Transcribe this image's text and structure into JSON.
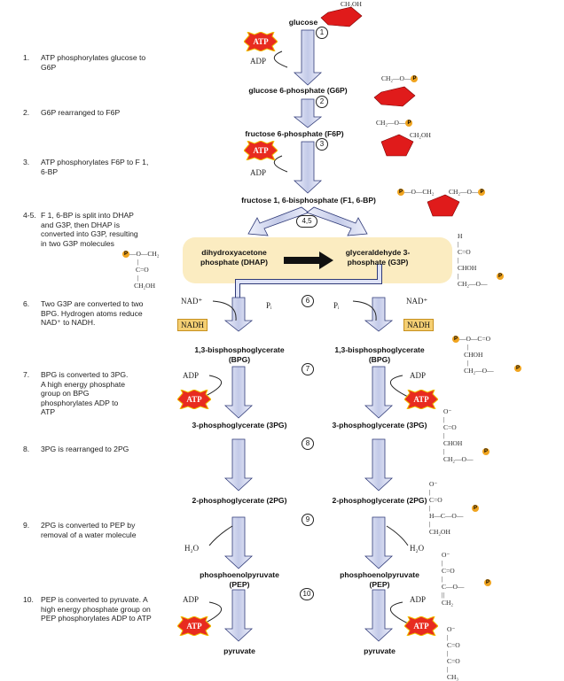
{
  "notes": [
    {
      "num": "1.",
      "text": "ATP phosphorylates glucose to G6P"
    },
    {
      "num": "2.",
      "text": "G6P rearranged to F6P"
    },
    {
      "num": "3.",
      "text": "ATP phosphorylates F6P to F 1, 6-BP"
    },
    {
      "num": "4-5.",
      "text": "F 1, 6-BP is split into DHAP and G3P, then DHAP is converted into G3P, resulting in two G3P molecules"
    },
    {
      "num": "6.",
      "text": "Two G3P are converted to two BPG. Hydrogen atoms reduce NAD⁺ to NADH."
    },
    {
      "num": "7.",
      "text": "BPG is converted to 3PG. A high energy phosphate group on BPG phosphorylates ADP to ATP"
    },
    {
      "num": "8.",
      "text": "3PG is rearranged to 2PG"
    },
    {
      "num": "9.",
      "text": "2PG is converted to PEP by removal of a water molecule"
    },
    {
      "num": "10.",
      "text": "PEP is converted to pyruvate. A high energy phosphate group on PEP phosphorylates ADP to ATP"
    }
  ],
  "compounds": {
    "glucose": "glucose",
    "g6p": "glucose 6-phosphate (G6P)",
    "f6p": "fructose 6-phosphate (F6P)",
    "f16bp": "fructose 1, 6-bisphosphate (F1, 6-BP)",
    "dhap": "dihydroxyacetone phosphate (DHAP)",
    "g3p": "glyceraldehyde 3-phosphate (G3P)",
    "bpg": "1,3-bisphosphoglycerate (BPG)",
    "pg3": "3-phosphoglycerate (3PG)",
    "pg2": "2-phosphoglycerate (2PG)",
    "pep": "phosphoenolpyruvate (PEP)",
    "pyruvate": "pyruvate"
  },
  "steps": [
    "1",
    "2",
    "3",
    "4,5",
    "6",
    "7",
    "8",
    "9",
    "10"
  ],
  "labels": {
    "atp": "ATP",
    "adp": "ADP",
    "nad": "NAD⁺",
    "nadh": "NADH",
    "pi": "Pᵢ",
    "h2o": "H₂O"
  },
  "formulas": {
    "ch2oh_top": "CH₂OH",
    "g6p_top": "CH₂—O—",
    "f6p_top": "CH₂—O—",
    "f6p_ch2oh": "CH₂OH",
    "f16bp_left": "—O—CH₂",
    "f16bp_right": "CH₂—O—",
    "dhap": "—O—CH₂\n         |\n        C=O\n         |\n       CH₂OH",
    "g3p": "H\n|\nC=O\n|\nCHOH\n|\nCH₂—O—",
    "bpg": "—O—C=O\n         |\n       CHOH\n         |\n       CH₂—O—",
    "pg3": "O⁻\n|\nC=O\n|\nCHOH\n|\nCH₂—O—",
    "pg2": "O⁻\n|\nC=O\n|\nH—C—O—\n|\nCH₂OH",
    "pep": "O⁻\n|\nC=O\n|\nC—O—\n||\nCH₂",
    "pyr": "O⁻\n|\nC=O\n|\nC=O\n|\nCH₃"
  },
  "p_symbol": "P",
  "colors": {
    "arrow": "#c9d0ec",
    "arrow_stroke": "#2f3a78",
    "box": "#fbecc1",
    "atp": "#e82b1f",
    "nadh": "#f5cf73",
    "sugar": "#e01b1b",
    "phosphate": "#f0a41f"
  }
}
